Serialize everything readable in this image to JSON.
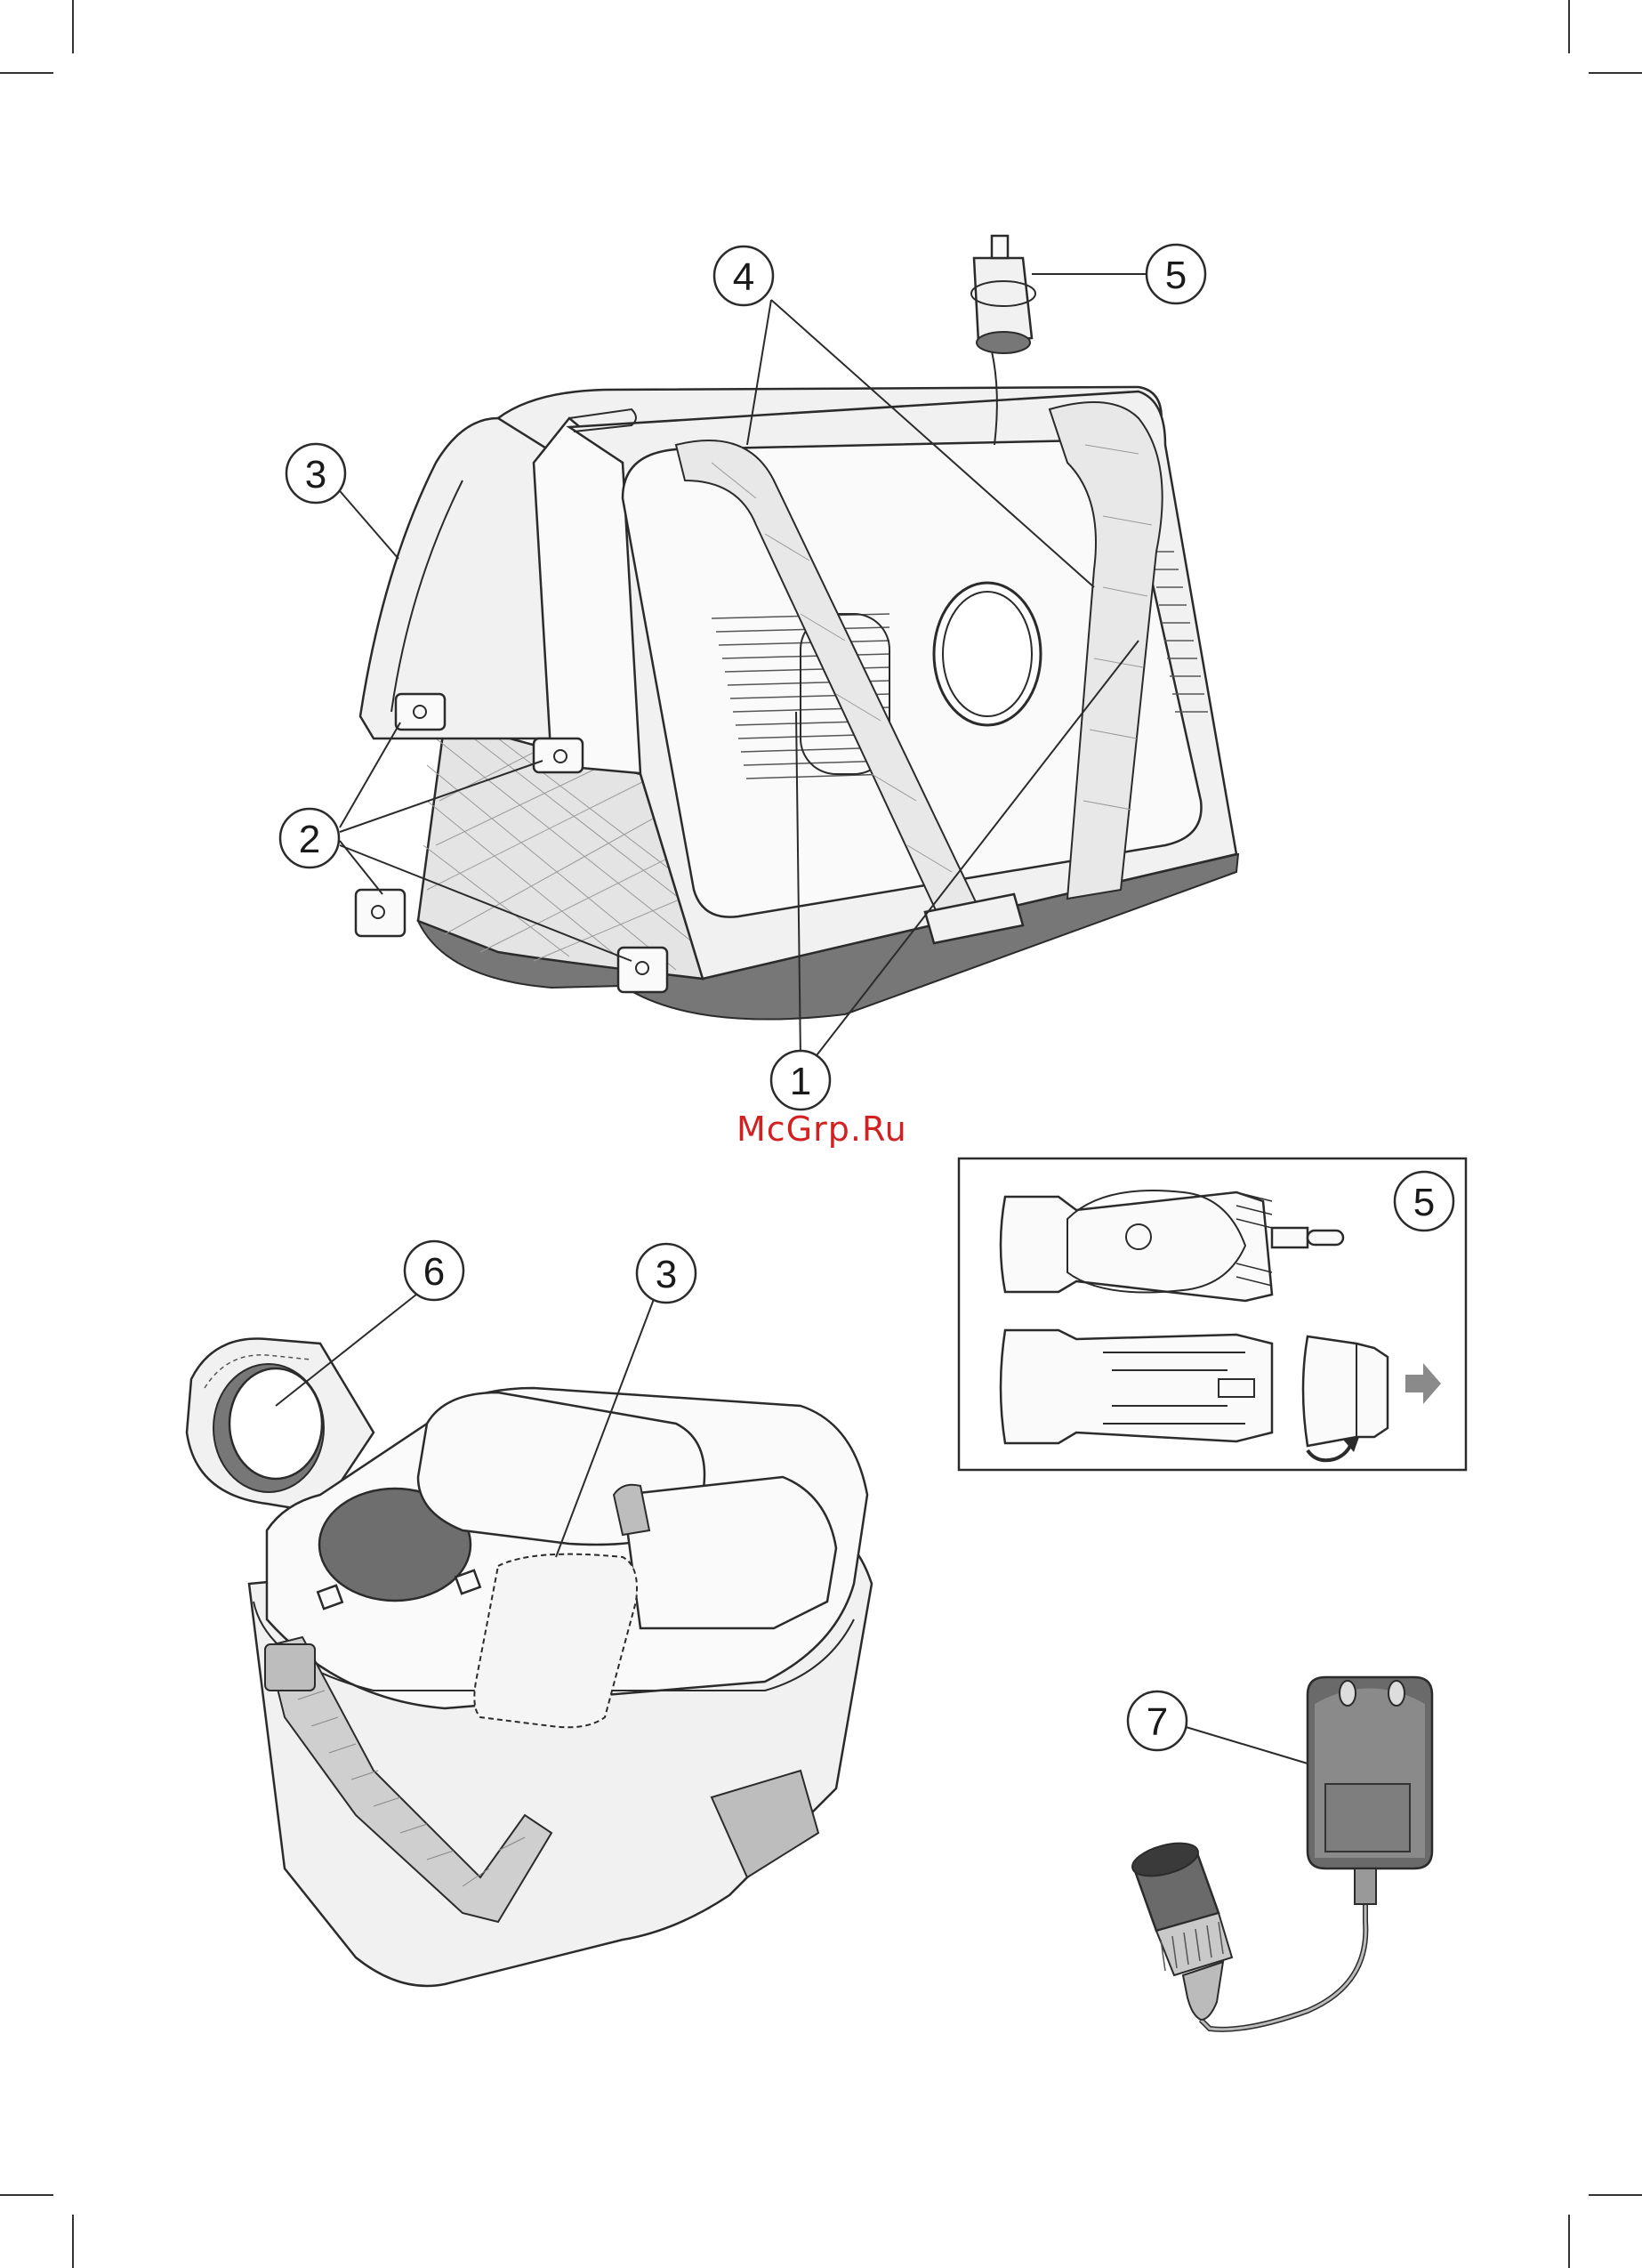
{
  "watermark": "McGrp.Ru",
  "callouts": {
    "fig1": [
      "1",
      "2",
      "3",
      "4",
      "5"
    ],
    "fig2": [
      "6",
      "3"
    ],
    "inset": [
      "5"
    ],
    "fig3": [
      "7"
    ]
  },
  "colors": {
    "line": "#2b2b2b",
    "body_fill": "#f1f1f1",
    "dark_fill": "#777777",
    "watermark": "#d32020",
    "arrow": "#8a8a8a"
  },
  "icons": [
    "crop-mark",
    "arrow-right-icon",
    "rotate-arrow-icon"
  ]
}
